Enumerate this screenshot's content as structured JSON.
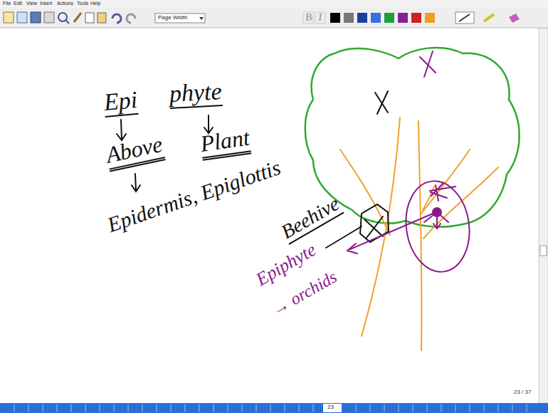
{
  "diagram": {
    "labels": [
      "File",
      "Edit",
      "View",
      "Insert",
      "Actions",
      "Tools",
      "Help",
      "Page Width",
      "B",
      "I",
      "Epi",
      "phyte",
      "Above",
      "Plant",
      "Epidermis, Epiglottis",
      "Beehive",
      "Epiphyte",
      "→ orchids",
      "23 / 37",
      "23"
    ]
  }
}
